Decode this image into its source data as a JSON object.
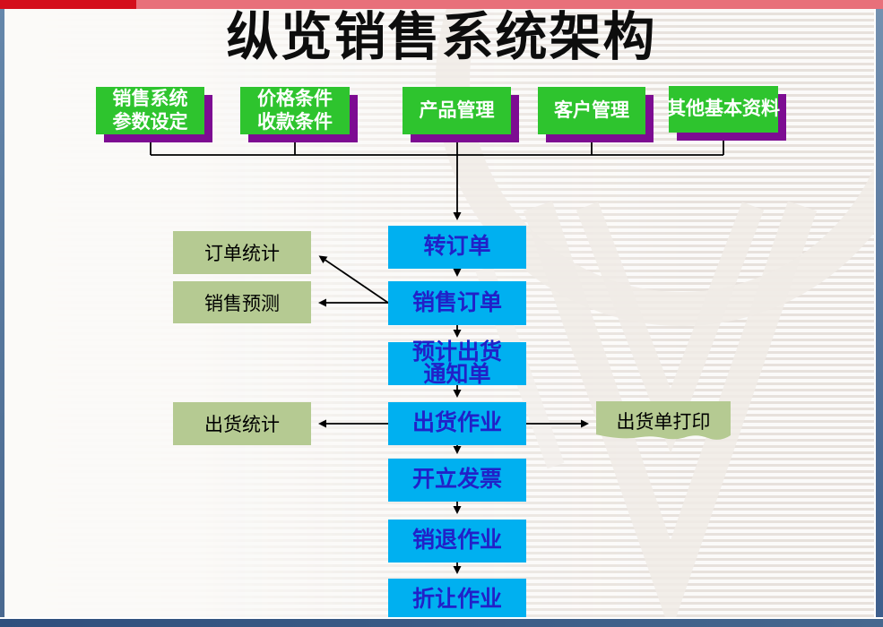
{
  "slide": {
    "title": "纵览销售系统架构"
  },
  "top_row": [
    {
      "label": "销售系统\n参数设定"
    },
    {
      "label": "价格条件\n收款条件"
    },
    {
      "label": "产品管理"
    },
    {
      "label": "客户管理"
    },
    {
      "label": "其他基本资料"
    }
  ],
  "main_flow": [
    {
      "label": "转订单"
    },
    {
      "label": "销售订单"
    },
    {
      "label": "预计出货\n通知单"
    },
    {
      "label": "出货作业"
    },
    {
      "label": "开立发票"
    },
    {
      "label": "销退作业"
    },
    {
      "label": "折让作业"
    }
  ],
  "left_column": [
    {
      "label": "订单统计"
    },
    {
      "label": "销售预测"
    },
    {
      "label": "出货统计"
    }
  ],
  "right_output": {
    "label": "出货单打印"
  },
  "colors": {
    "top_node_green": "#2ec42e",
    "top_node_shadow_purple": "#7d0c92",
    "flow_node_cyan": "#00b0f0",
    "flow_node_text_navy": "#2121c8",
    "side_node_olive": "#b5ca92",
    "accent_bar_red": "#d40f1c",
    "accent_bar_pink": "#e8707a",
    "frame_border_blue": "#49688f",
    "connector_black": "#000000"
  }
}
